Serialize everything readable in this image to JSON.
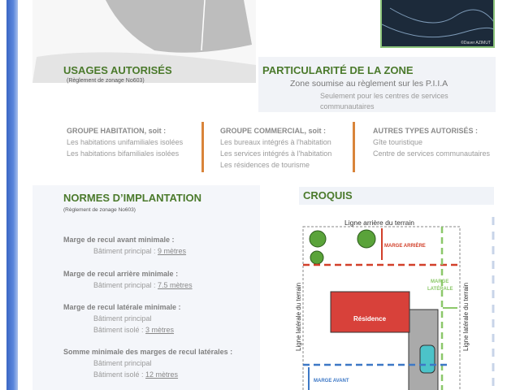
{
  "aerial_credit": "©Daver AZIMUT",
  "usages": {
    "title": "USAGES AUTORISÉS",
    "subtitle": "(Règlement de zonage No603)"
  },
  "particularite": {
    "title": "PARTICULARITÉ DE LA ZONE",
    "line1": "Zone soumise au règlement sur les P.I.I.A",
    "line2": "Seulement pour les centres de services",
    "line3": "communautaires"
  },
  "groups": [
    {
      "title": "GROUPE HABITATION, soit :",
      "items": [
        "Les habitations unifamiliales isolées",
        "Les habitations bifamiliales isolées"
      ]
    },
    {
      "title": "GROUPE COMMERCIAL, soit :",
      "items": [
        "Les bureaux intégrés à l'habitation",
        "Les services intégrés à l'habitation",
        "Les résidences de tourisme"
      ]
    },
    {
      "title": "AUTRES TYPES AUTORISÉS :",
      "items": [
        "Gîte touristique",
        "Centre de services communautaires"
      ]
    }
  ],
  "normes": {
    "title": "NORMES D’IMPLANTATION",
    "subtitle": "(Règlement de zonage No603)",
    "avant": {
      "label": "Marge de recul avant minimale :",
      "line": "Bâtiment principal : ",
      "value": "9 mètres"
    },
    "arriere": {
      "label": "Marge de recul arrière minimale :",
      "line": "Bâtiment principal : ",
      "value": "7.5 mètres"
    },
    "laterale": {
      "label": "Marge de recul latérale minimale :",
      "line1": "Bâtiment principal",
      "line2": "Bâtiment isolé : ",
      "value": "3 mètres"
    },
    "somme": {
      "label": "Somme minimale des marges de recul latérales :",
      "line1": "Bâtiment principal",
      "line2": "Bâtiment isolé : ",
      "value": "12 mètres"
    }
  },
  "croquis": {
    "title": "CROQUIS",
    "ligne_arriere": "Ligne arrière du terrain",
    "ligne_laterale_g": "Ligne latérale du terrain",
    "ligne_laterale_d": "Ligne latérale du terrain",
    "marge_arriere": "MARGE ARRIÈRE",
    "marge_laterale_1": "MARGE",
    "marge_laterale_2": "LATÉRALE",
    "residence": "Résidence",
    "marge_avant": "MARGE AVANT"
  }
}
